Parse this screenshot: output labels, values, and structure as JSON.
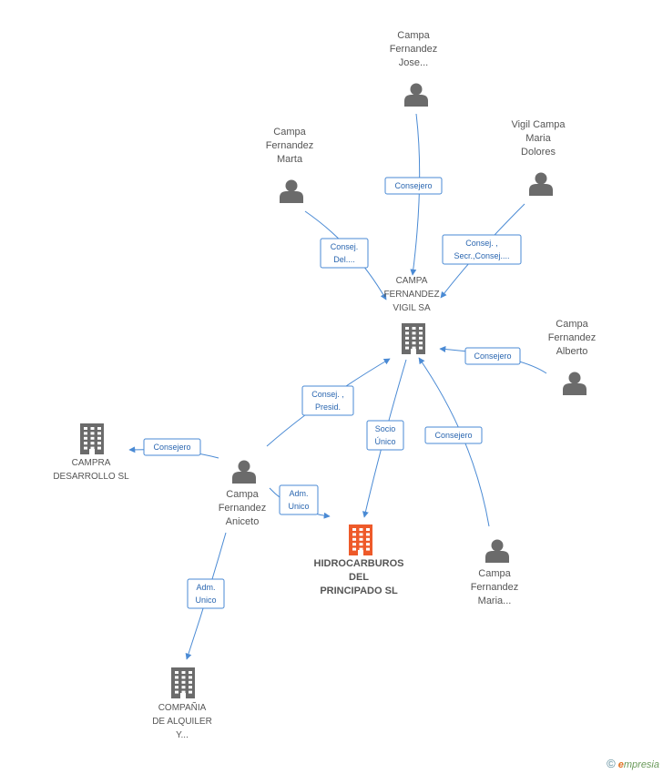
{
  "diagram": {
    "colors": {
      "edge": "#4a8ad4",
      "icon": "#6b6b6b",
      "main_icon": "#ee5a2a",
      "text": "#555555"
    },
    "nodes": [
      {
        "id": "jose",
        "kind": "person",
        "icon": "person-icon",
        "label": [
          "Campa",
          "Fernandez",
          "Jose..."
        ]
      },
      {
        "id": "marta",
        "kind": "person",
        "icon": "person-icon",
        "label": [
          "Campa",
          "Fernandez",
          "Marta"
        ]
      },
      {
        "id": "vigil",
        "kind": "person",
        "icon": "person-icon",
        "label": [
          "Vigil Campa",
          "Maria",
          "Dolores"
        ]
      },
      {
        "id": "cfvsa",
        "kind": "company",
        "icon": "building-icon",
        "label": [
          "CAMPA",
          "FERNANDEZ",
          "VIGIL SA"
        ]
      },
      {
        "id": "alberto",
        "kind": "person",
        "icon": "person-icon",
        "label": [
          "Campa",
          "Fernandez",
          "Alberto"
        ]
      },
      {
        "id": "campra",
        "kind": "company",
        "icon": "building-icon",
        "label": [
          "CAMPRA",
          "DESARROLLO SL"
        ]
      },
      {
        "id": "aniceto",
        "kind": "person",
        "icon": "person-icon",
        "label": [
          "Campa",
          "Fernandez",
          "Aniceto"
        ]
      },
      {
        "id": "hidro",
        "kind": "main",
        "icon": "building-icon",
        "label": [
          "HIDROCARBUROS",
          "DEL",
          "PRINCIPADO SL"
        ]
      },
      {
        "id": "maria",
        "kind": "person",
        "icon": "person-icon",
        "label": [
          "Campa",
          "Fernandez",
          "Maria..."
        ]
      },
      {
        "id": "compania",
        "kind": "company",
        "icon": "building-icon",
        "label": [
          "COMPAÑIA",
          "DE ALQUILER",
          "Y..."
        ]
      }
    ],
    "edges": [
      {
        "from": "jose",
        "to": "cfvsa",
        "label": [
          "Consejero"
        ]
      },
      {
        "from": "marta",
        "to": "cfvsa",
        "label": [
          "Consej.",
          "Del...."
        ]
      },
      {
        "from": "vigil",
        "to": "cfvsa",
        "label": [
          "Consej. ,",
          "Secr.,Consej...."
        ]
      },
      {
        "from": "alberto",
        "to": "cfvsa",
        "label": [
          "Consejero"
        ]
      },
      {
        "from": "aniceto",
        "to": "cfvsa",
        "label": [
          "Consej. ,",
          "Presid."
        ]
      },
      {
        "from": "cfvsa",
        "to": "hidro",
        "label": [
          "Socio",
          "Único"
        ]
      },
      {
        "from": "maria",
        "to": "cfvsa",
        "label": [
          "Consejero"
        ]
      },
      {
        "from": "aniceto",
        "to": "campra",
        "label": [
          "Consejero"
        ]
      },
      {
        "from": "aniceto",
        "to": "hidro",
        "label": [
          "Adm.",
          "Unico"
        ]
      },
      {
        "from": "aniceto",
        "to": "compania",
        "label": [
          "Adm.",
          "Unico"
        ]
      }
    ]
  },
  "footer": {
    "copyright": "©",
    "brand_e": "e",
    "brand_rest": "mpresia"
  }
}
